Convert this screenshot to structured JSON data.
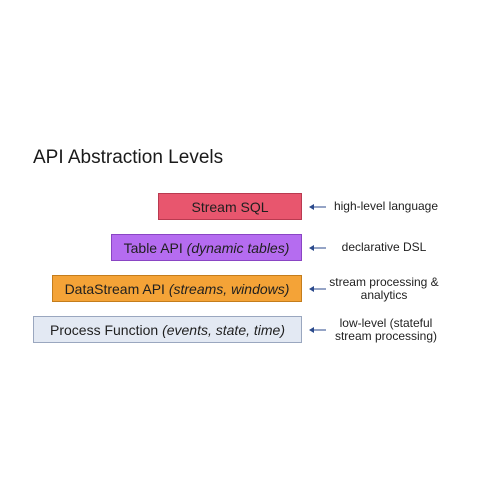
{
  "title": "API Abstraction Levels",
  "colors": {
    "stream_sql": "#e8566e",
    "table_api": "#b56cf0",
    "datastream_api": "#f4a337",
    "process_function": "#e3e9f3",
    "arrow": "#2b4a8c"
  },
  "levels": [
    {
      "name": "Stream SQL",
      "detail": "",
      "note_line1": "high-level language",
      "note_line2": ""
    },
    {
      "name": "Table API",
      "detail": "(dynamic tables)",
      "note_line1": "declarative DSL",
      "note_line2": ""
    },
    {
      "name": "DataStream API",
      "detail": "(streams, windows)",
      "note_line1": "stream processing &",
      "note_line2": "analytics"
    },
    {
      "name": "Process Function",
      "detail": "(events, state, time)",
      "note_line1": "low-level (stateful",
      "note_line2": "stream processing)"
    }
  ]
}
